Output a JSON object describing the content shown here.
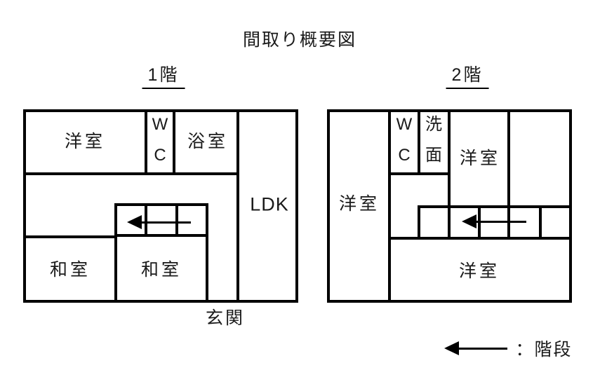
{
  "title": "間取り概要図",
  "floor1": {
    "heading": "1階",
    "rooms": {
      "yoshitsu": "洋室",
      "wc": "W\nC",
      "yokushitsu": "浴室",
      "ldk": "LDK",
      "washitsu_left": "和室",
      "washitsu_center": "和室"
    },
    "entrance": "玄関"
  },
  "floor2": {
    "heading": "2階",
    "rooms": {
      "yoshitsu_left": "洋室",
      "wc": "W\nC",
      "senmen": "洗\n面",
      "yoshitsu_top": "洋室",
      "yoshitsu_bottom": "洋室"
    }
  },
  "legend": {
    "stairs": "：階段"
  },
  "colors": {
    "line": "#000000",
    "background": "#ffffff",
    "text": "#1a1a1a"
  }
}
